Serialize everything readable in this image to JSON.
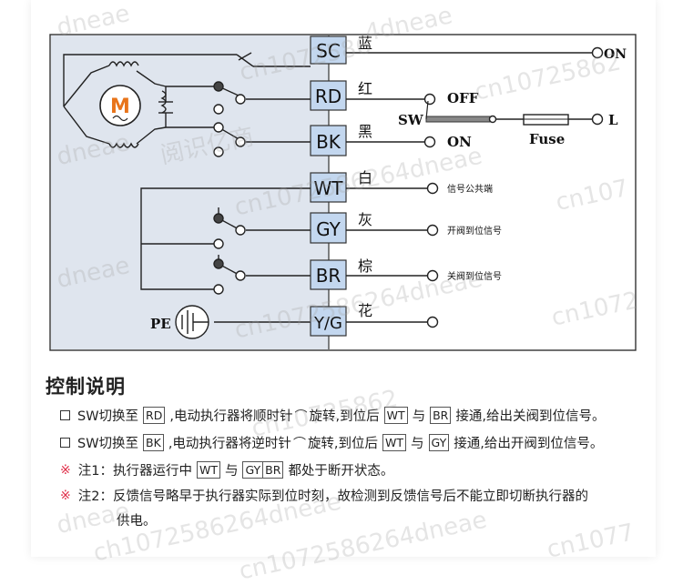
{
  "terminals": [
    {
      "code": "SC",
      "cn": "蓝",
      "target": "ON"
    },
    {
      "code": "RD",
      "cn": "红",
      "target": "OFF"
    },
    {
      "code": "BK",
      "cn": "黑",
      "target": "ON"
    },
    {
      "code": "WT",
      "cn": "白",
      "target": "信号公共端"
    },
    {
      "code": "GY",
      "cn": "灰",
      "target": "开阀到位信号"
    },
    {
      "code": "BR",
      "cn": "棕",
      "target": "关阀到位信号"
    },
    {
      "code": "Y/G",
      "cn": "花",
      "target": ""
    }
  ],
  "power": {
    "switch_label": "SW",
    "fuse_label": "Fuse",
    "line_label": "L",
    "off_label": "OFF",
    "on_label": "ON",
    "n_label": "ON"
  },
  "motor_label": "M",
  "pe_label": "PE",
  "notes": {
    "heading": "控制说明",
    "line1": {
      "a": "SW切换至",
      "tag1": "RD",
      "b": ",电动执行器将顺时针",
      "arrow": "⌒",
      "c": "旋转,到位后",
      "tag2": "WT",
      "d": "与",
      "tag3": "BR",
      "e": "接通,给出关阀到位信号。"
    },
    "line2": {
      "a": "SW切换至",
      "tag1": "BK",
      "b": ",电动执行器将逆时针",
      "arrow": "⌒",
      "c": "旋转,到位后",
      "tag2": "WT",
      "d": "与",
      "tag3": "GY",
      "e": "接通,给出开阀到位信号。"
    },
    "line3": {
      "mark": "※",
      "a": "注1：执行器运行中",
      "tag1": "WT",
      "b": "与",
      "tag2a": "GY",
      "tag2b": "BR",
      "c": "都处于断开状态。"
    },
    "line4": {
      "mark": "※",
      "a": "注2：反馈信号略早于执行器实际到位时刻，故检测到反馈信号后不能立即切断执行器的"
    },
    "line4b": "供电。"
  },
  "watermarks": [
    "dneae",
    "cn1072586",
    "4dneae",
    "cn10725862",
    "阅识亿商",
    "cn107",
    "dneae",
    "cn1072586264dneae",
    "dneae",
    "cn1072586264dneae",
    "cn1072",
    "cn10725862",
    "ch1072586264dneae",
    "dneae",
    "cn1072586264dneae",
    "cn1077"
  ]
}
